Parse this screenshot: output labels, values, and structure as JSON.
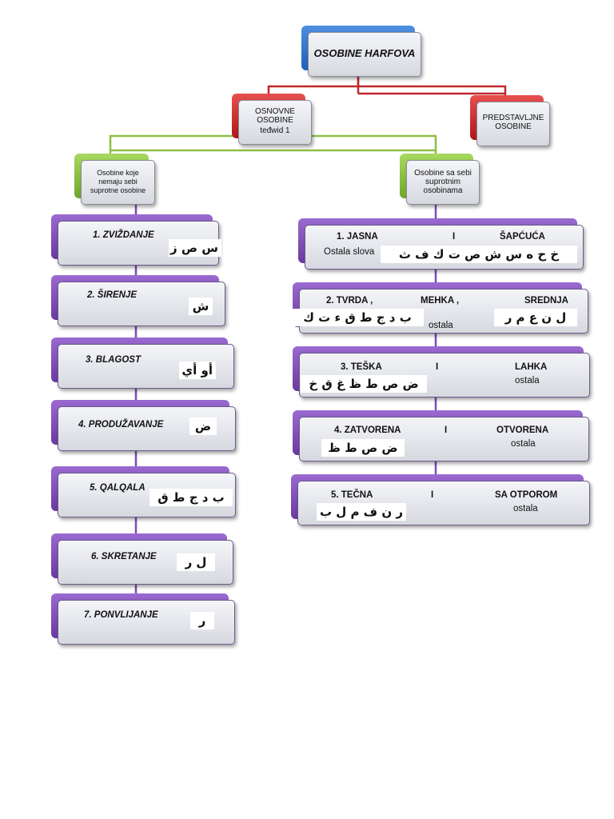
{
  "root": {
    "label": "OSOBINE HARFOVA"
  },
  "level1": {
    "left": {
      "line1": "OSNOVNE",
      "line2": "OSOBINE",
      "line3": "teđwid 1"
    },
    "right": {
      "line1": "PREDSTAVLJNE",
      "line2": "OSOBINE"
    }
  },
  "level2": {
    "left": {
      "line1": "Osobine koje",
      "line2": "nemaju sebi",
      "line3": "suprotne osobine"
    },
    "right": {
      "line1": "Osobine sa sebi",
      "line2": "suprotnim",
      "line3": "osobinama"
    }
  },
  "left_items": [
    {
      "label": "1.    ZVIŽDANJE",
      "letters": "س ص ز"
    },
    {
      "label": "2. ŠIRENJE",
      "letters": "ش"
    },
    {
      "label": "3. BLAGOST",
      "letters": "أو أي"
    },
    {
      "label": "4. PRODUŽAVANJE",
      "letters": "ض"
    },
    {
      "label": "5. QALQALA",
      "letters": "ب د ج ط ق"
    },
    {
      "label": "6. SKRETANJE",
      "letters": "ل ر"
    },
    {
      "label": "7. PONVLIJANJE",
      "letters": "ر"
    }
  ],
  "right_items": [
    {
      "a": "1.    JASNA",
      "sep": "I",
      "b": "ŠAPĆUĆA",
      "note": "Ostala slova",
      "letters": "خ ح ه س ش ص ت ك ف ث"
    },
    {
      "a": "2. TVRDA ,",
      "b": "MEHKA  ,",
      "c": "SREDNJA",
      "letters_left": "ب د ج ط ق ء ت ك",
      "note": "ostala",
      "letters_right": "ل ن ع م ر"
    },
    {
      "a": "3. TEŠKA",
      "sep": "I",
      "b": "LAHKA",
      "letters": "ض ص ط ظ غ ق خ",
      "note": "ostala"
    },
    {
      "a": "4. ZATVORENA",
      "sep": "I",
      "b": "OTVORENA",
      "letters": "ض ص ط ظ",
      "note": "ostala"
    },
    {
      "a": "5. TEČNA",
      "sep": "I",
      "b": "SA OTPOROM",
      "letters": "ر ن ف م ل ب",
      "note": "ostala"
    }
  ]
}
